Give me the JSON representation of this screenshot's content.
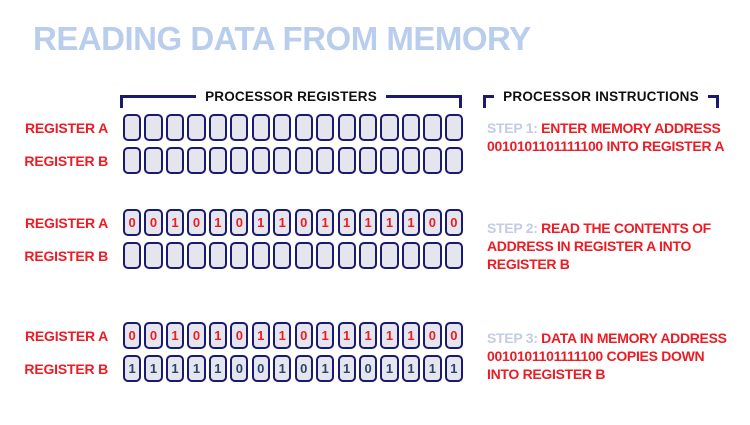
{
  "title": "READING DATA FROM MEMORY",
  "headers": {
    "registers": "PROCESSOR REGISTERS",
    "instructions": "PROCESSOR INSTRUCTIONS"
  },
  "register_labels": {
    "a": "REGISTER A",
    "b": "REGISTER B"
  },
  "cell_count": 16,
  "colors": {
    "navy": "#1a1a70",
    "red": "#ed1c24",
    "title_blue": "#b9cdec",
    "step_number_blue": "#c3cce6",
    "cell_fill": "#e5e5ee",
    "register_b_digits": "#26476b",
    "header_text": "#101010"
  },
  "groups": [
    {
      "register_a_bits": "",
      "register_b_bits": "",
      "step": {
        "label": "STEP 1:",
        "text": "ENTER MEMORY ADDRESS 0010101101111100 INTO REGISTER A"
      }
    },
    {
      "register_a_bits": "0010101101111100",
      "register_b_bits": "",
      "step": {
        "label": "STEP 2:",
        "text": "READ THE CONTENTS OF ADDRESS IN REGISTER A INTO REGISTER B"
      }
    },
    {
      "register_a_bits": "0010101101111100",
      "register_b_bits": "1111100101101111",
      "step": {
        "label": "STEP 3:",
        "text": "DATA IN MEMORY ADDRESS 0010101101111100 COPIES DOWN INTO REGISTER B"
      }
    }
  ]
}
